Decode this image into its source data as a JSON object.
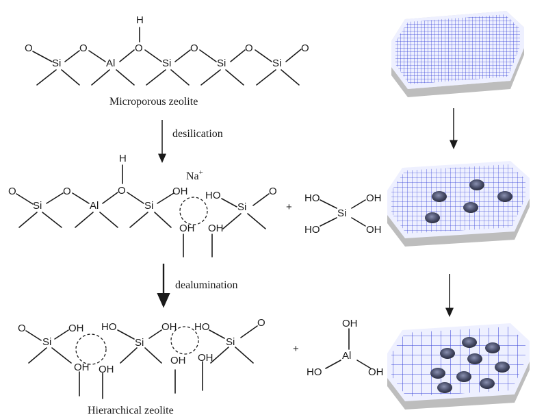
{
  "captions": {
    "top": "Microporous zeolite",
    "bottom": "Hierarchical zeolite"
  },
  "steps": {
    "first": "desilication",
    "second": "dealumination"
  },
  "ion": {
    "base": "Na",
    "charge": "+"
  },
  "plus": "+",
  "atoms": {
    "oxygen": "O",
    "hydrogen": "H",
    "silicon": "Si",
    "aluminum": "Al",
    "hydroxyl": "OH",
    "hydroxyl_left": "HO"
  },
  "colors": {
    "ink": "#1a1a1a",
    "grid": "#2f3bd6",
    "slab_top": "#eef0ff",
    "slab_side": "#cfcfcf",
    "pore": "#4a4f6a"
  }
}
